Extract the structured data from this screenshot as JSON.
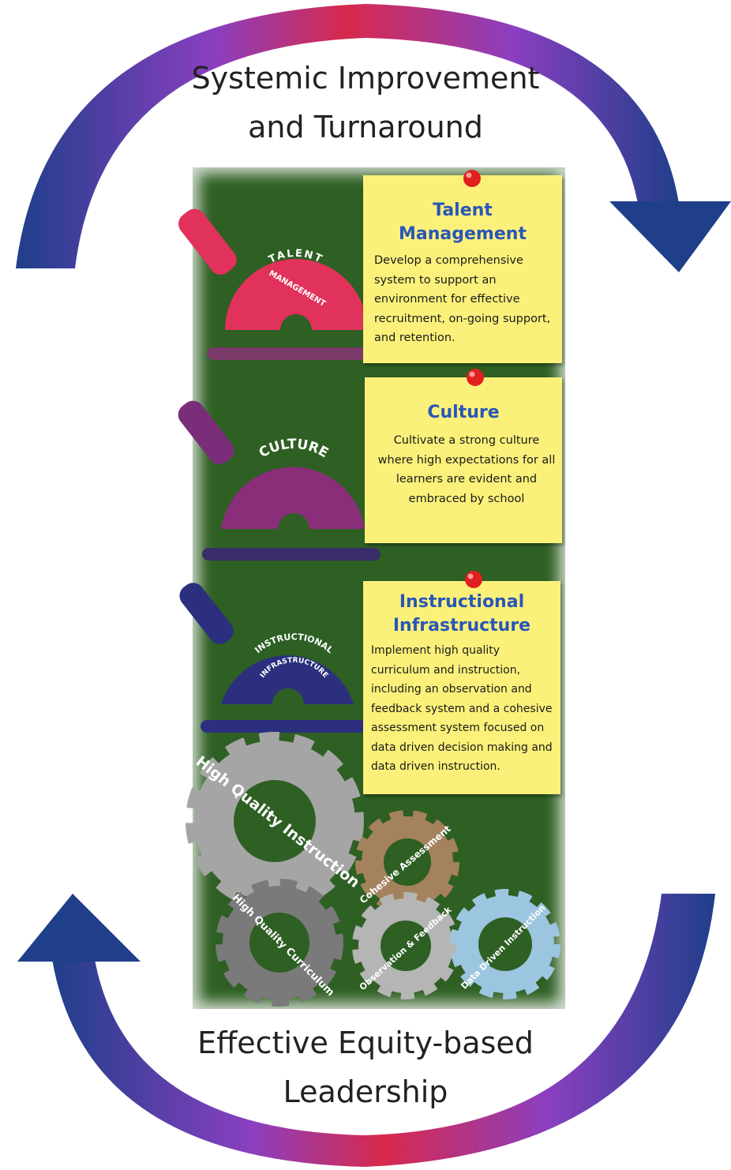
{
  "top_heading": [
    "Systemic Improvement",
    "and Turnaround"
  ],
  "bottom_heading": [
    "Effective Equity-based",
    "Leadership"
  ],
  "notes": {
    "talent": {
      "title": [
        "Talent",
        "Management"
      ],
      "body": "Develop a comprehensive system to support an environment for effective recruitment, on-going support, and retention."
    },
    "culture": {
      "title": [
        "Culture"
      ],
      "body": "Cultivate a strong culture where high expectations for all learners are evident and embraced by school"
    },
    "instructional": {
      "title": [
        "Instructional",
        "Infrastructure"
      ],
      "body": "Implement high quality curriculum and instruction, including an observation and feedback system and a cohesive assessment system focused on data driven decision making and data driven instruction."
    }
  },
  "levers": {
    "talent": [
      "TALENT",
      "MANAGEMENT"
    ],
    "culture": [
      "CULTURE"
    ],
    "instructional": [
      "INSTRUCTIONAL",
      "INFRASTRUCTURE"
    ]
  },
  "gears": {
    "high_quality_instruction": "High Quality Instruction",
    "cohesive_assessment": "Cohesive Assessment",
    "high_quality_curriculum": "High Quality Curriculum",
    "observation_feedback": "Observation & Feedback",
    "data_driven_instruction": "Data Driven Instruction"
  },
  "colors": {
    "arrow_blue": "#1f3f8a",
    "arrow_purple": "#8a3fc0",
    "arrow_red": "#d8294c",
    "board_green": "#2e5f23",
    "note_yellow": "#fbf17a",
    "note_title_blue": "#2a56b8",
    "pin_red": "#e01f1f",
    "lever_talent": "#e0325a",
    "lever_culture": "#8a2e7a",
    "lever_instructional": "#2b2f7e",
    "gear_gray": "#a5a5a5",
    "gear_dark_gray": "#7a7a7a",
    "gear_brown": "#a4825e",
    "gear_light_blue": "#9cc6e0"
  }
}
